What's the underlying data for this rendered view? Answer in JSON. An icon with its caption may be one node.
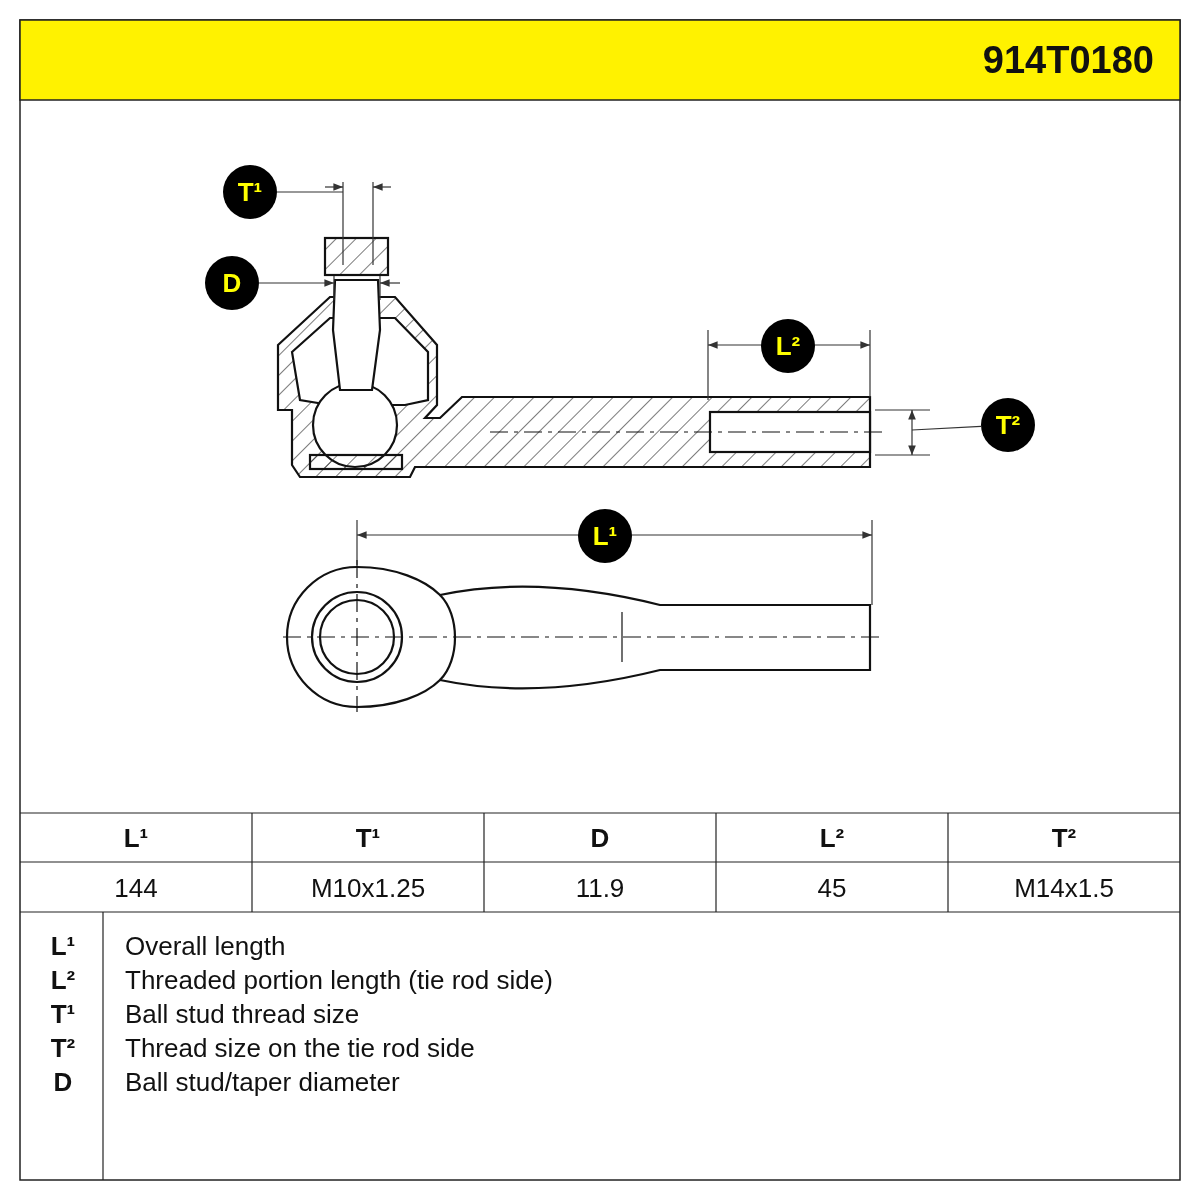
{
  "diagram": {
    "title": "914T0180",
    "nodes": [
      {
        "text": [
          "T¹"
        ]
      },
      {
        "text": [
          "D"
        ]
      },
      {
        "text": [
          "L²"
        ]
      },
      {
        "text": [
          "T²"
        ]
      },
      {
        "text": [
          "L¹"
        ]
      }
    ],
    "edges": [
      {
        "from": 0,
        "to": null,
        "arrow": "none"
      },
      {
        "from": 1,
        "to": null,
        "arrow": "none"
      },
      {
        "from": 3,
        "to": null,
        "arrow": "none"
      }
    ],
    "labels": [
      "L¹",
      "T¹",
      "D",
      "L²",
      "T²",
      "144",
      "M10x1.25",
      "11.9",
      "45",
      "M14x1.5",
      "L¹",
      "Overall length",
      "L²",
      "Threaded portion length (tie rod side)",
      "T¹",
      "Ball stud thread size",
      "T²",
      "Thread size on the tie rod side",
      "D",
      "Ball stud/taper diameter"
    ]
  }
}
